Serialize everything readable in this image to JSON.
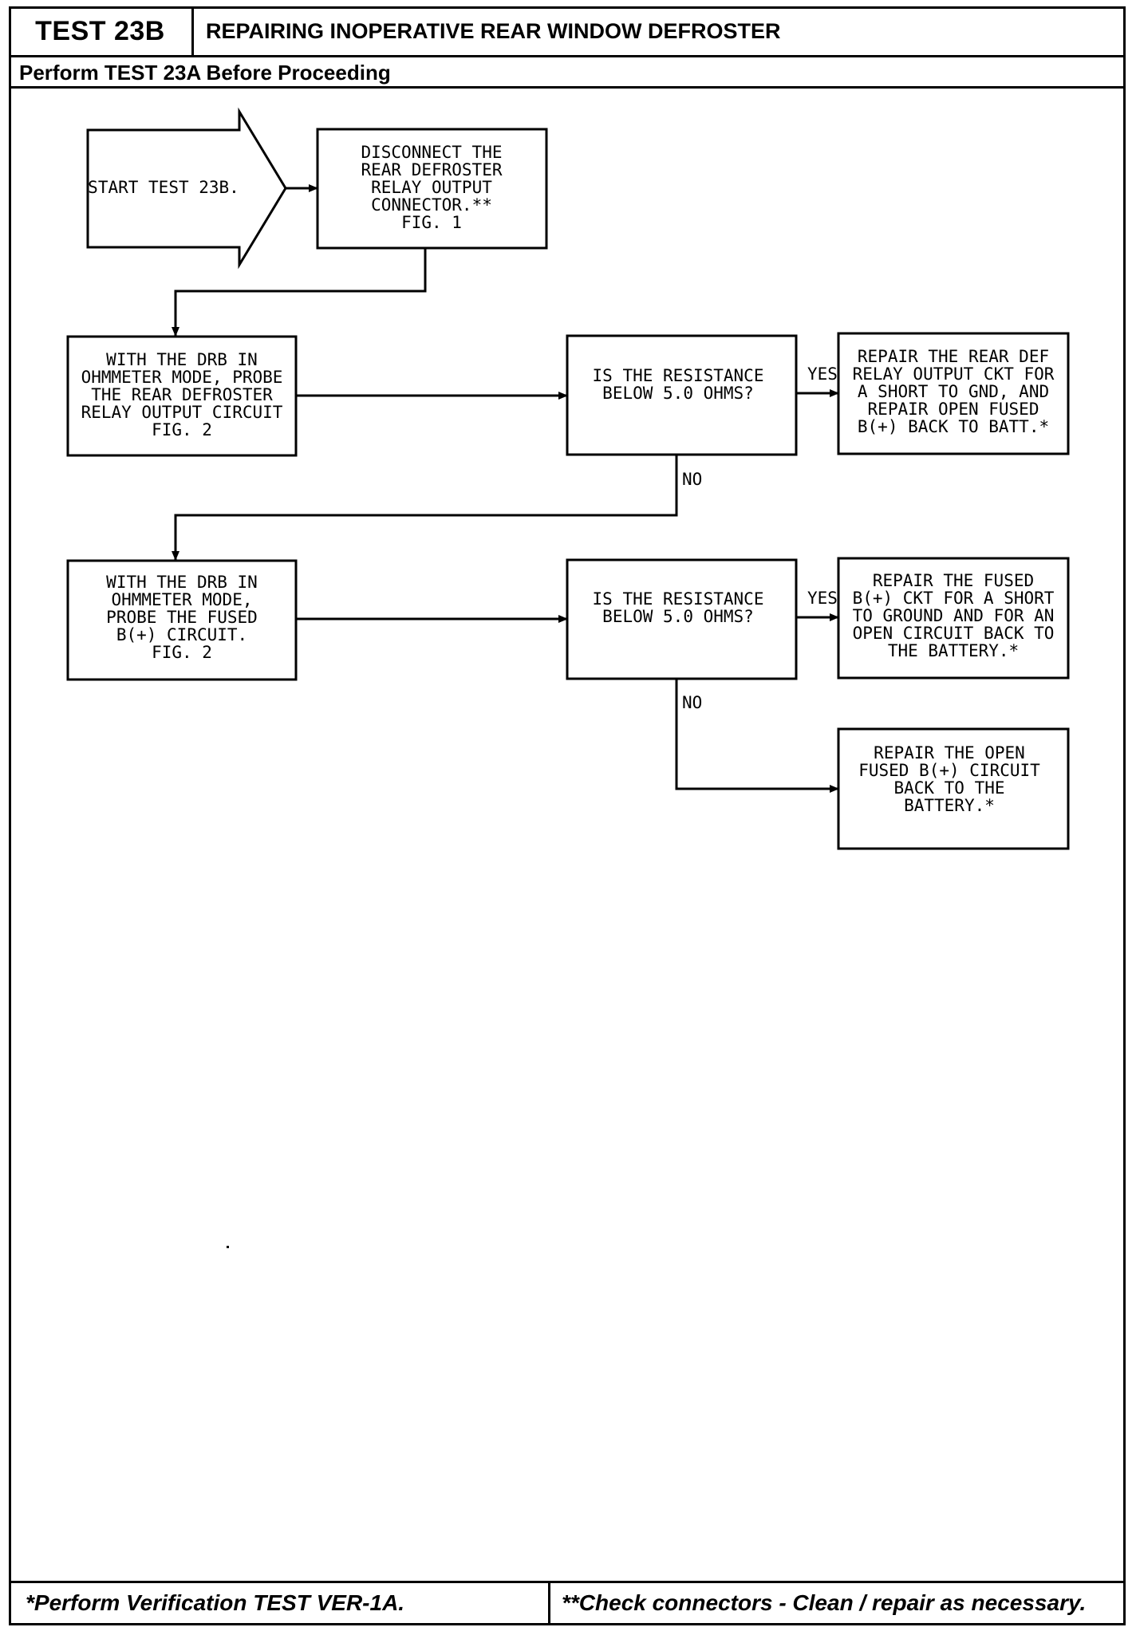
{
  "header": {
    "test_id": "TEST 23B",
    "title": "REPAIRING INOPERATIVE REAR WINDOW DEFROSTER",
    "precondition": "Perform TEST 23A Before Proceeding"
  },
  "flowchart": {
    "start": [
      "START TEST 23B."
    ],
    "step_disconnect": [
      "DISCONNECT THE",
      "REAR DEFROSTER",
      "RELAY OUTPUT",
      "CONNECTOR.**",
      "FIG. 1"
    ],
    "step_probe_relay": [
      "WITH THE DRB IN",
      "OHMMETER MODE, PROBE",
      "THE REAR DEFROSTER",
      "RELAY OUTPUT CIRCUIT",
      "FIG. 2"
    ],
    "decision_1": [
      "IS THE RESISTANCE",
      "BELOW 5.0 OHMS?"
    ],
    "repair_1": [
      "REPAIR THE REAR DEF",
      "RELAY OUTPUT CKT FOR",
      "A SHORT TO GND, AND",
      "REPAIR OPEN FUSED",
      "B(+) BACK TO BATT.*"
    ],
    "step_probe_fused": [
      "WITH THE DRB IN",
      "OHMMETER MODE,",
      "PROBE THE FUSED",
      "B(+) CIRCUIT.",
      "FIG. 2"
    ],
    "decision_2": [
      "IS THE RESISTANCE",
      "BELOW 5.0 OHMS?"
    ],
    "repair_2": [
      "REPAIR THE FUSED",
      "B(+) CKT FOR A SHORT",
      "TO GROUND AND FOR AN",
      "OPEN CIRCUIT BACK TO",
      "THE BATTERY.*"
    ],
    "repair_3": [
      "REPAIR THE OPEN",
      "FUSED B(+) CIRCUIT",
      "BACK TO THE",
      "BATTERY.*"
    ],
    "labels": {
      "yes_1": "YES",
      "no_1": "NO",
      "yes_2": "YES",
      "no_2": "NO"
    }
  },
  "footer": {
    "left_note": "*Perform Verification TEST VER-1A.",
    "right_note": "**Check connectors - Clean / repair as necessary."
  }
}
